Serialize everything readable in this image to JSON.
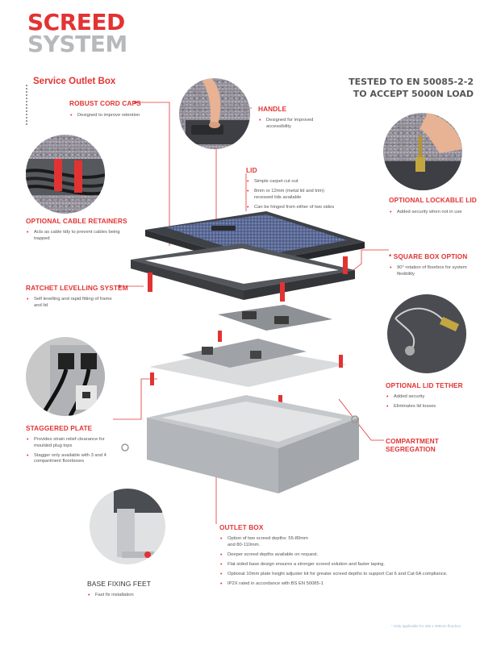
{
  "header": {
    "title_line1": "SCREED",
    "title_line2": "SYSTEM",
    "subtitle": "Service Outlet Box",
    "tested_line1": "TESTED TO EN 50085-2-2",
    "tested_line2": "TO ACCEPT 5000N LOAD"
  },
  "features": {
    "robust_cord_caps": {
      "title": "ROBUST CORD CAPS",
      "bullets": [
        "Designed to improve retention"
      ]
    },
    "handle": {
      "title": "HANDLE",
      "bullets": [
        "Designed for improved accessibility"
      ]
    },
    "lid": {
      "title": "LID",
      "bullets": [
        "Simple carpet cut out",
        "8mm or 12mm (metal lid and trim) recessed lids available",
        "Can be hinged from either of two sides"
      ]
    },
    "optional_lockable_lid": {
      "title": "OPTIONAL LOCKABLE LID",
      "bullets": [
        "Added security when not in use"
      ]
    },
    "optional_cable_retainers": {
      "title": "OPTIONAL CABLE RETAINERS",
      "bullets": [
        "Acts as cable tidy to prevent cables being trapped"
      ]
    },
    "square_box_option": {
      "title": "* SQUARE BOX OPTION",
      "bullets": [
        "90° rotation of floorbox for system flexibility"
      ]
    },
    "ratchet_levelling_system": {
      "title": "RATCHET LEVELLING SYSTEM",
      "bullets": [
        "Self levelling and rapid fitting of frame and lid"
      ]
    },
    "optional_lid_tether": {
      "title": "OPTIONAL LID TETHER",
      "bullets": [
        "Added security",
        "Eliminates lid losses"
      ]
    },
    "staggered_plate": {
      "title": "STAGGERED PLATE",
      "bullets": [
        "Provides strain relief clearance for moulded plug tops",
        "Stagger only available with 3 and 4 compartment floorboxes"
      ]
    },
    "compartment_segregation": {
      "title_line1": "COMPARTMENT",
      "title_line2": "SEGREGATION"
    },
    "outlet_box": {
      "title": "OUTLET BOX",
      "bullets": [
        "Option of two screed depths: 55-80mm and 80-110mm.",
        "Deeper screed depths available on request.",
        "Flat sided base design ensures a stronger screed solution and faster taping.",
        "Optional 10mm plate height adjuster kit for greater screed depths to support Cat 6 and Cat 6A compliance.",
        "IP2X rated in accordance with BS EN 50085-1"
      ]
    },
    "base_fixing_feet": {
      "title": "BASE FIXING FEET",
      "bullets": [
        "Fast fix installation"
      ]
    }
  },
  "footnote": "* Only applicable for 265 x 265mm floorbox",
  "colors": {
    "accent": "#e23333",
    "grey_title": "#b7b9bc",
    "dark_frame": "#4a4d52",
    "metal": "#c7cacd"
  }
}
